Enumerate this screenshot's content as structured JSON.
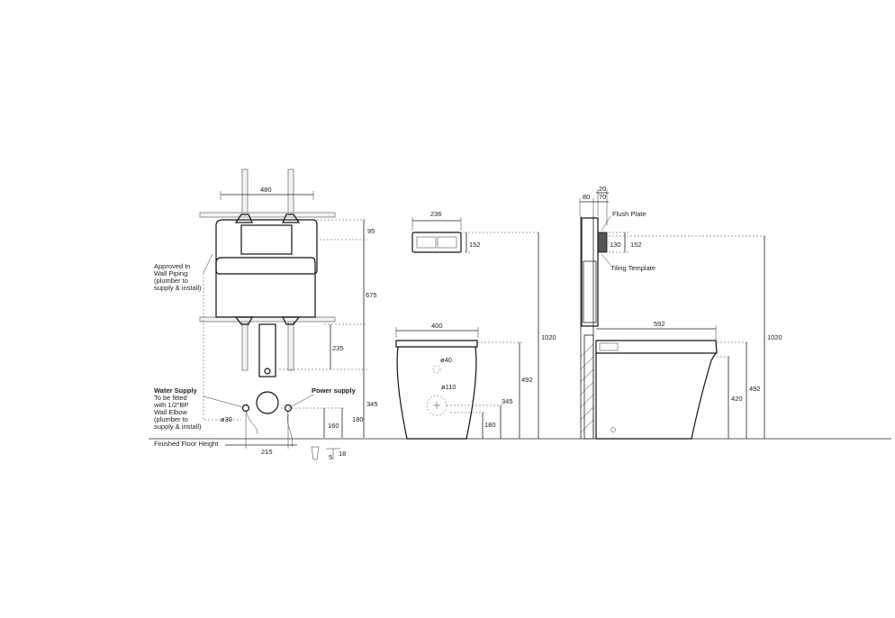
{
  "front_view": {
    "dims": {
      "width_480": "480",
      "d95": "95",
      "d675": "675",
      "d235": "235",
      "d345": "345",
      "d180": "180",
      "d160": "160",
      "d215": "215",
      "d18": "18",
      "d5": "5",
      "dia30": "ø30"
    },
    "notes": {
      "piping": [
        "Approved In",
        "Wall Piping",
        "(plumber to",
        "supply & install)"
      ],
      "water_title": "Water Supply",
      "water_lines": [
        "To be fitted",
        "with 1/2\"BP",
        "Wall Elbow",
        "(plumber to",
        "supply & install)"
      ],
      "power": "Power supply",
      "floor": "Finished Floor Height"
    }
  },
  "pan_front_view": {
    "dims": {
      "plate_width": "236",
      "plate_height": "152",
      "pan_width": "400",
      "dia40": "ø40",
      "dia110": "ø110",
      "d1020": "1020",
      "d492": "492",
      "d345": "345",
      "d180": "180"
    }
  },
  "side_view": {
    "dims": {
      "d20": "20",
      "d80": "80",
      "d70": "70",
      "d130": "130",
      "d152": "152",
      "d592": "592",
      "d420": "420",
      "d492": "492",
      "d1020": "1020"
    },
    "labels": {
      "flush_plate": "Flush Plate",
      "tiling_template": "Tiling Template"
    }
  }
}
